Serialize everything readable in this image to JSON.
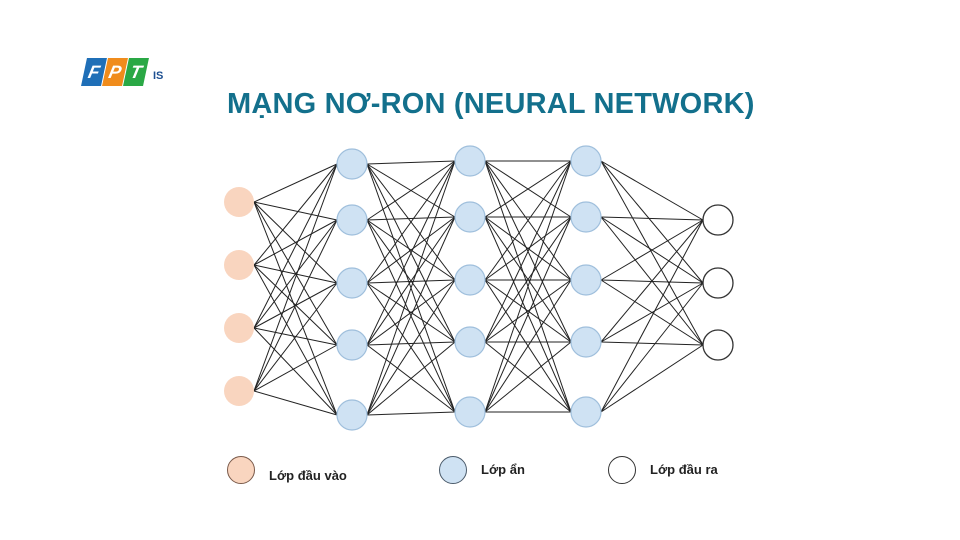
{
  "logo": {
    "letters": [
      "F",
      "P",
      "T"
    ],
    "letter_colors": [
      "#1f6fb7",
      "#f08c1c",
      "#2aa845"
    ],
    "suffix": "IS"
  },
  "title": "MẠNG NƠ-RON (NEURAL NETWORK)",
  "network": {
    "layers": [
      {
        "role": "input",
        "nodes": 4
      },
      {
        "role": "hidden",
        "nodes": 5
      },
      {
        "role": "hidden",
        "nodes": 5
      },
      {
        "role": "hidden",
        "nodes": 5
      },
      {
        "role": "output",
        "nodes": 3
      }
    ],
    "colors": {
      "input_fill": "#f9d5bf",
      "hidden_fill": "#cfe2f3",
      "hidden_stroke": "#9fbfdc",
      "output_fill": "#ffffff",
      "output_stroke": "#333333",
      "edge": "#222222"
    }
  },
  "legend": [
    {
      "label": "Lớp đầu vào",
      "role": "input"
    },
    {
      "label": "Lớp ẩn",
      "role": "hidden"
    },
    {
      "label": "Lớp đầu ra",
      "role": "output"
    }
  ]
}
